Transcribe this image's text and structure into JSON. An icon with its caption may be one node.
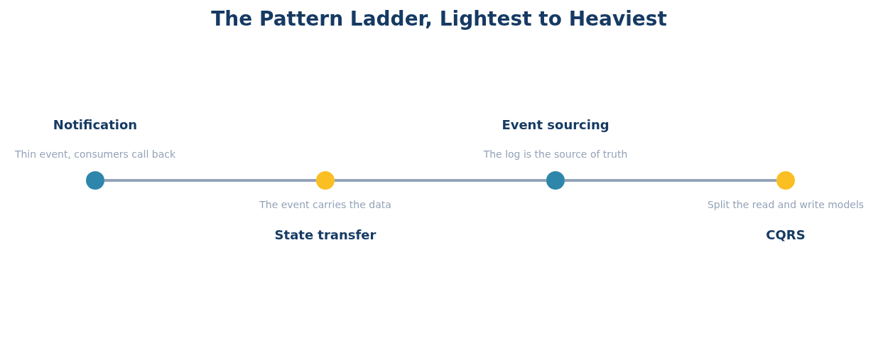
{
  "diagram": {
    "title": "The Pattern Ladder, Lightest to Heaviest",
    "nodes": [
      {
        "text": [],
        "shape": "circle",
        "beside": [
          "Notification",
          "Thin event, consumers call back"
        ]
      },
      {
        "text": [],
        "shape": "circle",
        "beside": [
          "State transfer",
          "The event carries the data"
        ]
      },
      {
        "text": [],
        "shape": "circle",
        "beside": [
          "Event sourcing",
          "The log is the source of truth"
        ]
      },
      {
        "text": [],
        "shape": "circle",
        "beside": [
          "CQRS",
          "Split the read and write models"
        ]
      }
    ],
    "edges": [
      {
        "from": 0,
        "to": 1,
        "arrow": "none"
      },
      {
        "from": 1,
        "to": 2,
        "arrow": "none"
      },
      {
        "from": 2,
        "to": 3,
        "arrow": "none"
      }
    ]
  }
}
